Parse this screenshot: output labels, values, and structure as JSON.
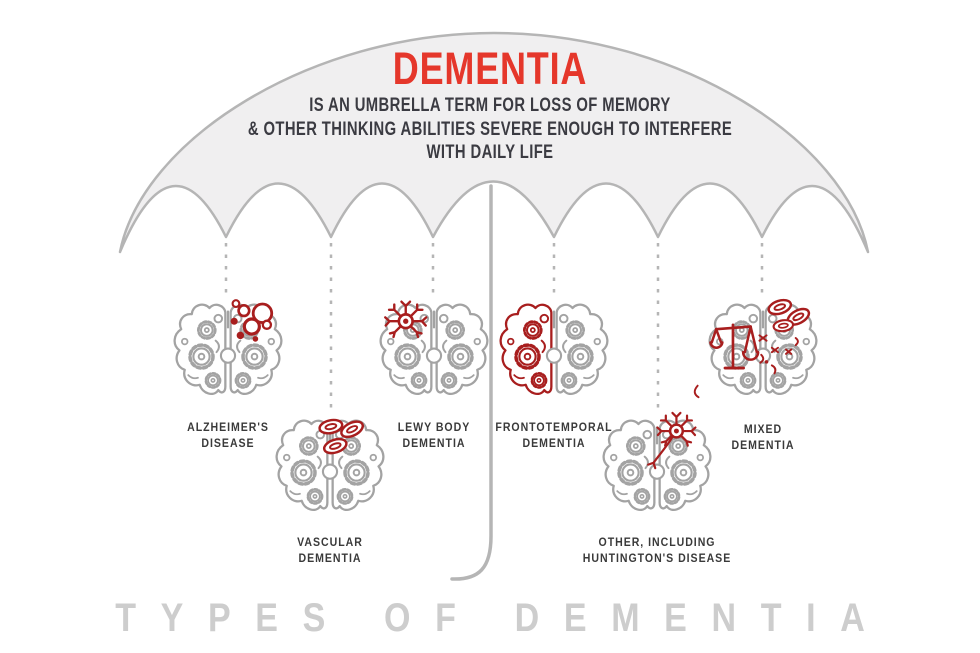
{
  "header": {
    "title": "DEMENTIA",
    "subtitle_lines": [
      "IS AN UMBRELLA TERM FOR LOSS OF MEMORY",
      "& OTHER THINKING ABILITIES SEVERE ENOUGH TO INTERFERE",
      "WITH DAILY LIFE"
    ]
  },
  "footer": {
    "title": "TYPES OF DEMENTIA"
  },
  "types": [
    {
      "id": "alzheimers",
      "label_line1": "ALZHEIMER'S",
      "label_line2": "DISEASE",
      "marker_icon": "amyloid-plaques-icon"
    },
    {
      "id": "vascular",
      "label_line1": "VASCULAR",
      "label_line2": "DEMENTIA",
      "marker_icon": "blood-cells-icon"
    },
    {
      "id": "lewy-body",
      "label_line1": "LEWY BODY",
      "label_line2": "DEMENTIA",
      "marker_icon": "neuron-icon"
    },
    {
      "id": "frontotemporal",
      "label_line1": "FRONTOTEMPORAL",
      "label_line2": "DEMENTIA",
      "marker_icon": "red-hemisphere"
    },
    {
      "id": "other-huntingtons",
      "label_line1": "OTHER, INCLUDING",
      "label_line2": "HUNTINGTON'S DISEASE",
      "marker_icon": "neuron-with-axon-icon"
    },
    {
      "id": "mixed",
      "label_line1": "MIXED",
      "label_line2": "DEMENTIA",
      "marker_icon": "balance-scale-and-blood-cells-icon"
    }
  ],
  "colors": {
    "title_red": "#e5372b",
    "marker_red": "#a81e1e",
    "brain_gray": "#a3a3a3",
    "canopy_fill": "#f0eff0",
    "canopy_stroke": "#b5b5b5",
    "label_dark": "#3a3a3a",
    "footer_gray": "#cdcdcd"
  }
}
